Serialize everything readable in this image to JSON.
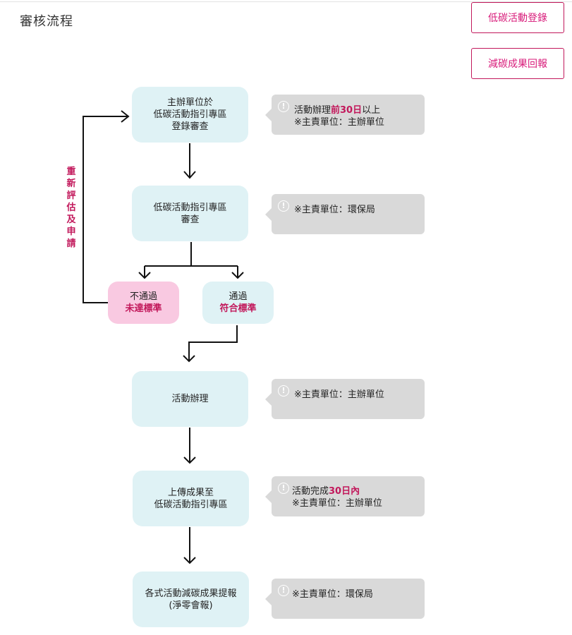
{
  "page": {
    "title": "審核流程"
  },
  "buttons": {
    "register": "低碳活動登錄",
    "report": "減碳成果回報"
  },
  "loop_label": [
    "重",
    "新",
    "評",
    "估",
    "及",
    "申",
    "請"
  ],
  "nodes": {
    "n1": [
      "主辦單位於",
      "低碳活動指引專區",
      "登錄審查"
    ],
    "n2": [
      "低碳活動指引專區",
      "審查"
    ],
    "fail": {
      "line1": "不通過",
      "line2": "未達標準"
    },
    "pass": {
      "line1": "通過",
      "line2": "符合標準"
    },
    "n3": [
      "活動辦理"
    ],
    "n4": [
      "上傳成果至",
      "低碳活動指引專區"
    ],
    "n5": [
      "各式活動減碳成果提報",
      "(淨零會報)"
    ]
  },
  "notes": {
    "n1": {
      "l1_pre": "活動辦理",
      "l1_hl": "前30日",
      "l1_post": "以上",
      "l2": "※主責單位：主辦單位"
    },
    "n2": {
      "l1": "※主責單位：環保局"
    },
    "n3": {
      "l1": "※主責單位：主辦單位"
    },
    "n4": {
      "l1_pre": "活動完成",
      "l1_hl": "30日內",
      "l2": "※主責單位：主辦單位"
    },
    "n5": {
      "l1": "※主責單位：環保局"
    }
  },
  "icons": {
    "note": "info-icon"
  },
  "colors": {
    "accent": "#c2185b",
    "node_bg": "#dff2f5",
    "fail_bg": "#f9c9e1",
    "note_bg": "#d9d9d9"
  }
}
